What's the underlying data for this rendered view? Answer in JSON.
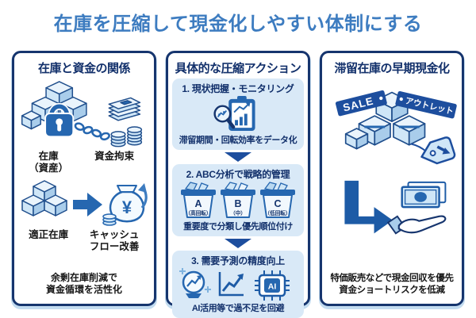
{
  "title": "在庫を圧縮して現金化しやすい体制にする",
  "colors": {
    "title_blue": "#3d7cc0",
    "panel_border_navy": "#16356e",
    "accent_blue": "#2667b0",
    "ribbon_blue": "#1d4e9e",
    "arrow_blue": "#1d5ba6",
    "step_box_bg": "#d9e9f7",
    "light_blue": "#cfe6f7",
    "shadow_blue": "#c3dcf0"
  },
  "left_panel": {
    "header": "在庫と資金の関係",
    "inventory_label_line1": "在庫",
    "inventory_label_line2": "（資産）",
    "funds_label": "資金拘束",
    "optimal_label": "適正在庫",
    "cashflow_label_line1": "キャッシュ",
    "cashflow_label_line2": "フロー改善",
    "bag_currency": "¥",
    "caption_line1": "余剰在庫削減で",
    "caption_line2": "資金循環を活性化"
  },
  "middle_panel": {
    "header": "具体的な圧縮アクション",
    "steps": [
      {
        "title": "1. 現状把握・モニタリング",
        "caption": "滞留期間・回転効率をデータ化"
      },
      {
        "title": "2. ABC分析で戦略的管理",
        "caption": "重要度で分類し優先順位付け",
        "bins": [
          {
            "letter": "A",
            "sub": "（高回転）"
          },
          {
            "letter": "B",
            "sub": "（中）"
          },
          {
            "letter": "C",
            "sub": "（低回転）"
          }
        ]
      },
      {
        "title": "3. 需要予測の精度向上",
        "caption": "AI活用等で過不足を回避",
        "chip_label": "AI"
      }
    ]
  },
  "right_panel": {
    "header": "滞留在庫の早期現金化",
    "banner_sale": "SALE",
    "banner_outlet": "アウトレット",
    "caption_line1": "特価販売などで現金回収を優先",
    "caption_line2": "資金ショートリスクを低減"
  }
}
